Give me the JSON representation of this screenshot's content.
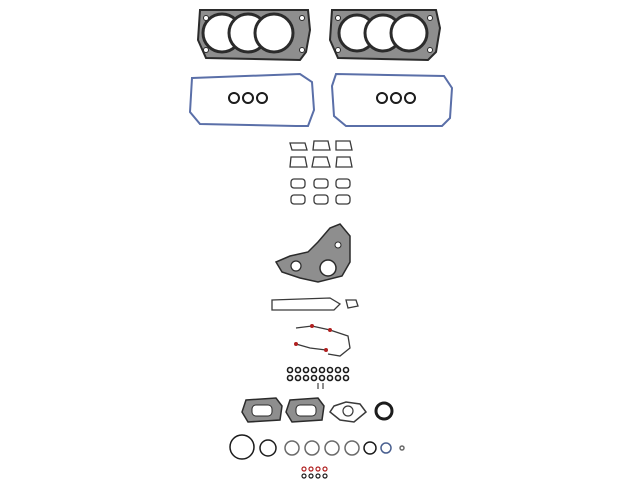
{
  "image": {
    "subject": "engine-head-gasket-set",
    "colors": {
      "background": "#ffffff",
      "head_gasket_dark": "#2b2b2b",
      "head_gasket_steel": "#8e8e8e",
      "valve_cover_blue": "#5a6fa8",
      "outline": "#3a3a3a",
      "red_accent": "#b02020",
      "seal_dark": "#1c1c1c",
      "seal_blue_ring": "#4a6090"
    },
    "counts": {
      "head_gaskets": 2,
      "valve_cover_gaskets": 2,
      "spark_plug_tube_seals_per_cover": 3,
      "intake_port_gaskets": 12,
      "small_o_rings_top_row": 8,
      "small_o_rings_bottom_row": 8,
      "large_o_rings_bottom": 9,
      "exhaust_flange_gaskets": 2
    }
  }
}
